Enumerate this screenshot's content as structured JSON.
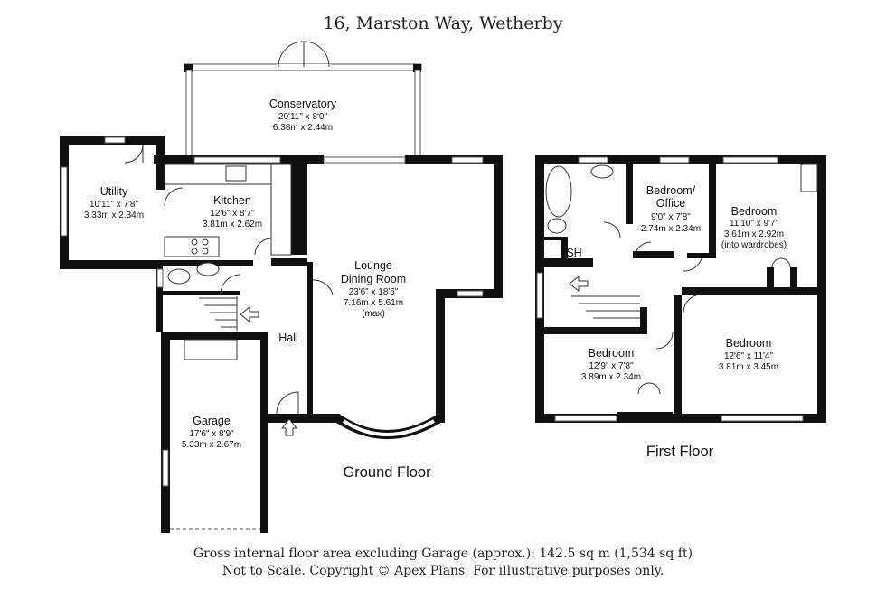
{
  "title": "16, Marston Way, Wetherby",
  "rooms": {
    "conservatory": {
      "name": "Conservatory",
      "imperial": "20'11\" x 8'0\"",
      "metric": "6.38m x 2.44m"
    },
    "utility": {
      "name": "Utility",
      "imperial": "10'11\" x 7'8\"",
      "metric": "3.33m x 2.34m"
    },
    "kitchen": {
      "name": "Kitchen",
      "imperial": "12'6\" x 8'7\"",
      "metric": "3.81m x 2.62m"
    },
    "lounge": {
      "name1": "Lounge",
      "name2": "Dining Room",
      "imperial": "23'6\" x 18'5\"",
      "metric": "7.16m x 5.61m",
      "note": "(max)"
    },
    "hall": {
      "name": "Hall"
    },
    "garage": {
      "name": "Garage",
      "imperial": "17'6\" x 8'9\"",
      "metric": "5.33m x 2.67m"
    },
    "bedroom_office": {
      "name1": "Bedroom/",
      "name2": "Office",
      "imperial": "9'0\" x 7'8\"",
      "metric": "2.74m x 2.34m"
    },
    "bedroom_1": {
      "name": "Bedroom",
      "imperial": "11'10\" x 9'7\"",
      "metric": "3.61m x 2.92m",
      "note": "(into wardrobes)"
    },
    "shower": {
      "name": "SH"
    },
    "bedroom_2": {
      "name": "Bedroom",
      "imperial": "12'9\" x 7'8\"",
      "metric": "3.89m x 2.34m"
    },
    "bedroom_3": {
      "name": "Bedroom",
      "imperial": "12'6\" x 11'4\"",
      "metric": "3.81m x 3.45m"
    }
  },
  "floors": {
    "ground": "Ground Floor",
    "first": "First Floor"
  },
  "footer": {
    "line1": "Gross internal floor area excluding Garage (approx.): 142.5 sq m (1,534 sq ft)",
    "line2": "Not to Scale. Copyright © Apex Plans. For illustrative purposes only."
  }
}
